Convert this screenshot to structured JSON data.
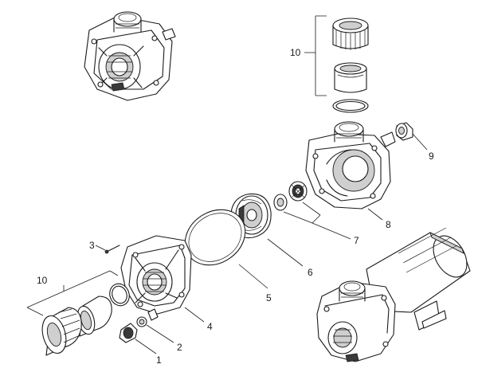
{
  "callouts": {
    "c1": "1",
    "c2": "2",
    "c3": "3",
    "c4": "4",
    "c5": "5",
    "c6": "6",
    "c7": "7",
    "c8": "8",
    "c9": "9",
    "c10a": "10",
    "c10b": "10"
  }
}
